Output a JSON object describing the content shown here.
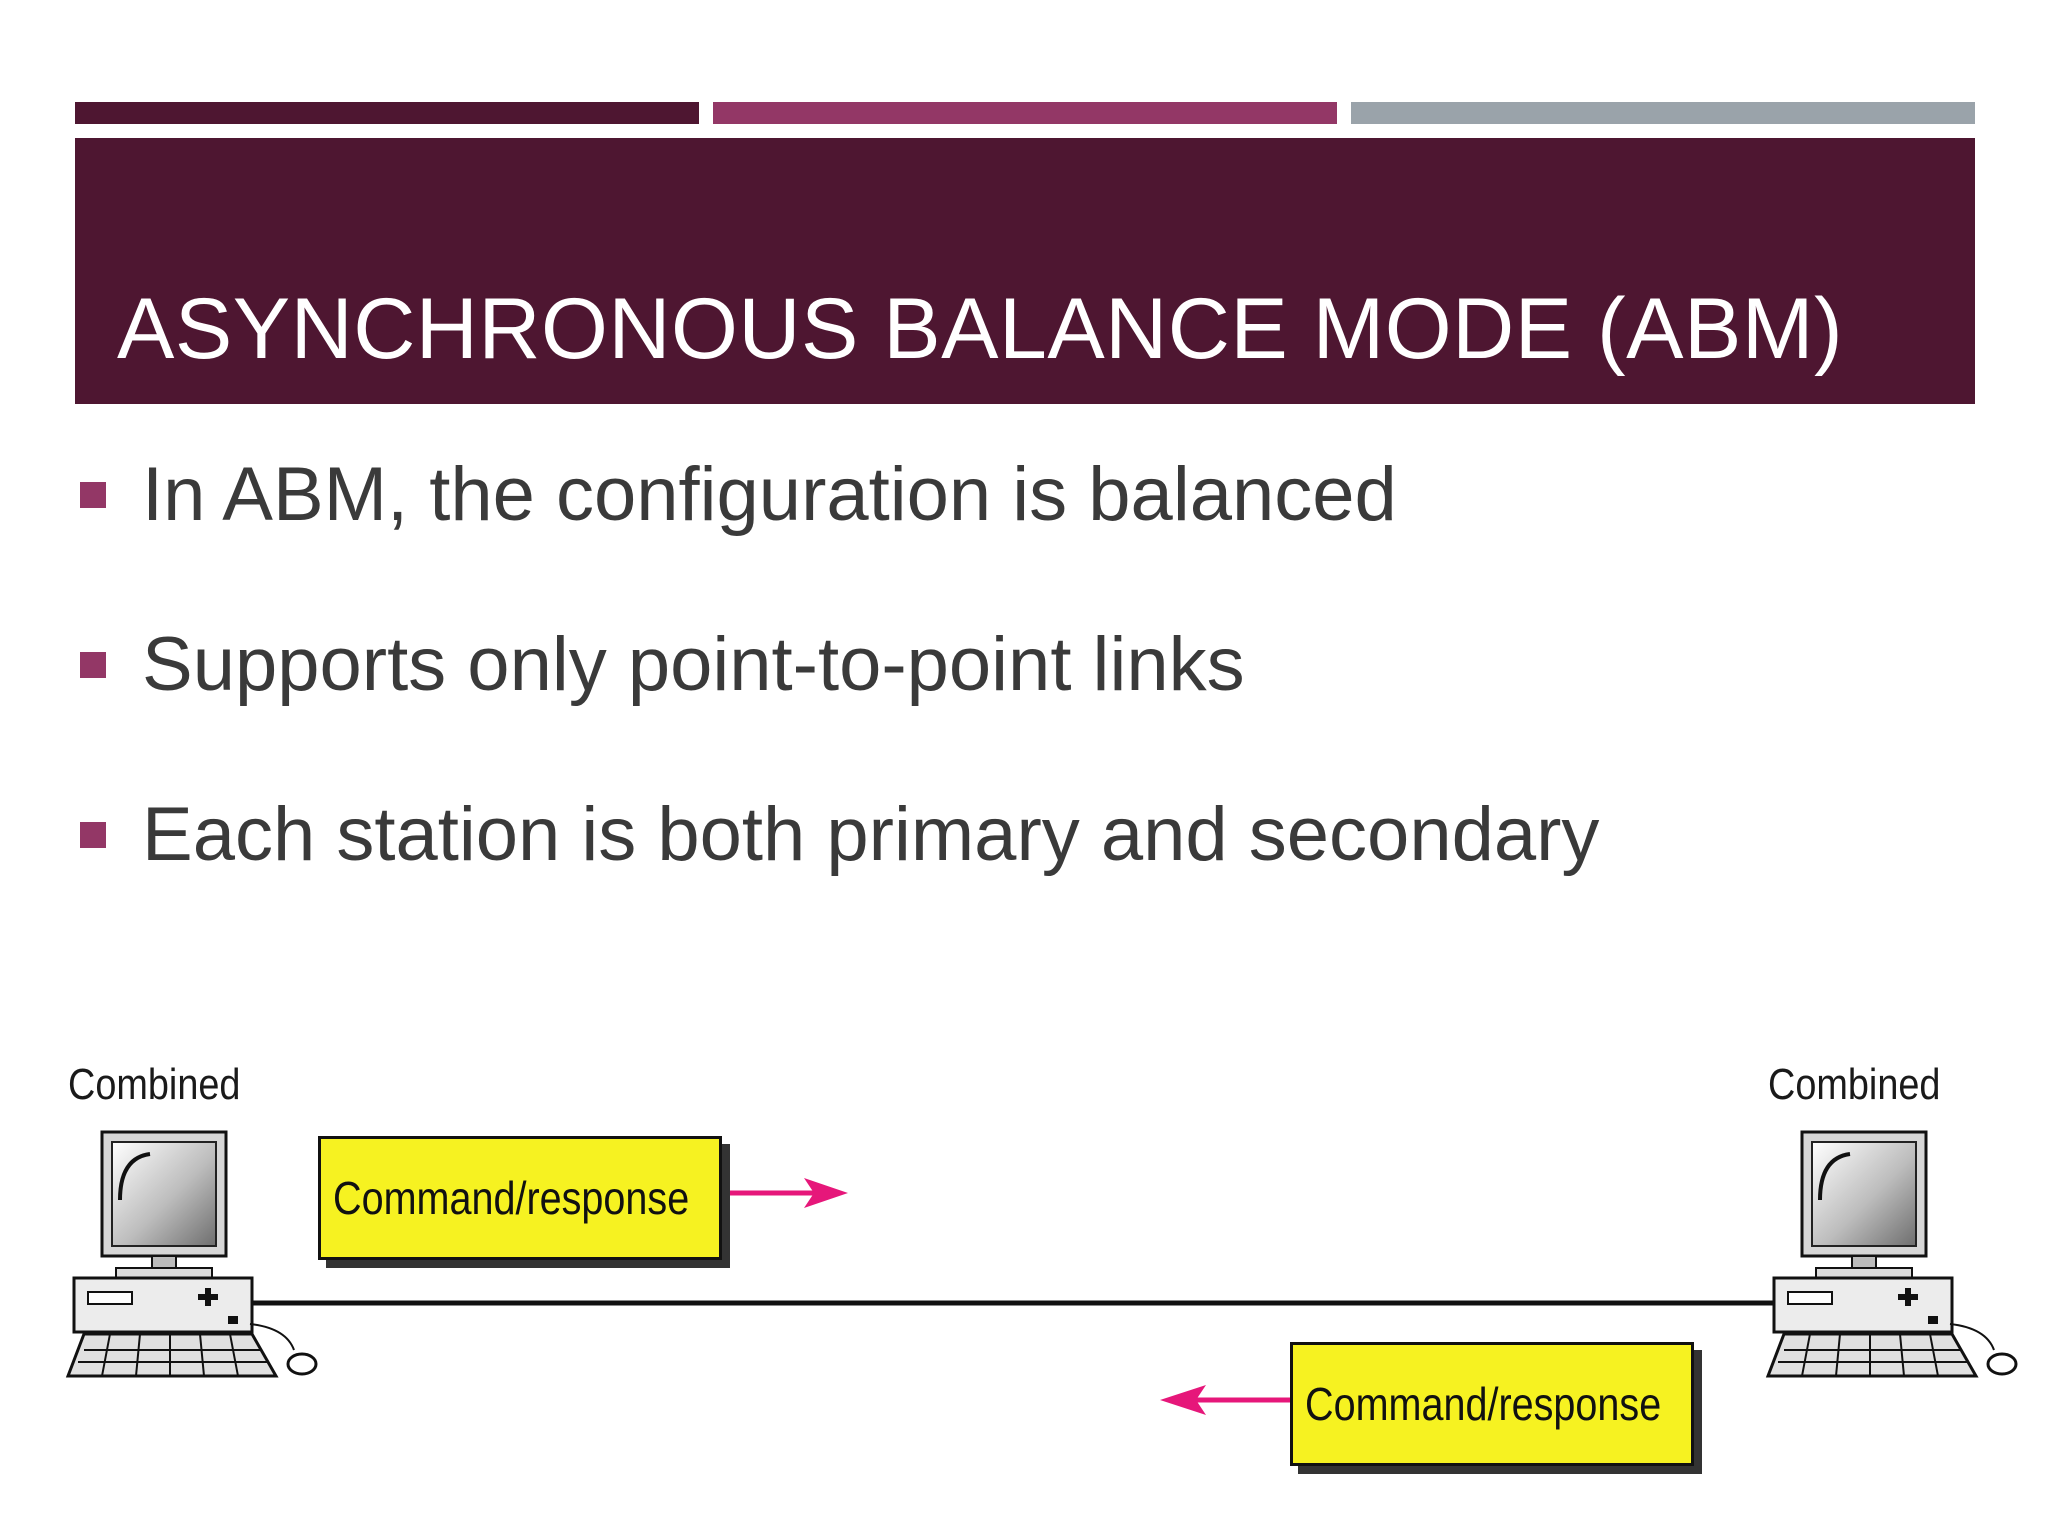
{
  "colors": {
    "stripe_1": "#4e1631",
    "stripe_2": "#933766",
    "stripe_3": "#9aa3aa",
    "title_background": "#4e1631",
    "title_text": "#ffffff",
    "bullet_marker": "#933766",
    "body_text": "#3a3a3a",
    "arrow": "#e6177a",
    "message_box": "#f6f221"
  },
  "title": "ASYNCHRONOUS BALANCE MODE (ABM)",
  "bullets": [
    "In ABM, the configuration is balanced",
    "Supports only point-to-point links",
    "Each station is both primary and secondary"
  ],
  "diagram": {
    "left_station_label": "Combined",
    "right_station_label": "Combined",
    "top_message_label": "Command/response",
    "bottom_message_label": "Command/response",
    "top_arrow_direction": "right",
    "bottom_arrow_direction": "left",
    "station_icon": "desktop-computer-icon"
  }
}
